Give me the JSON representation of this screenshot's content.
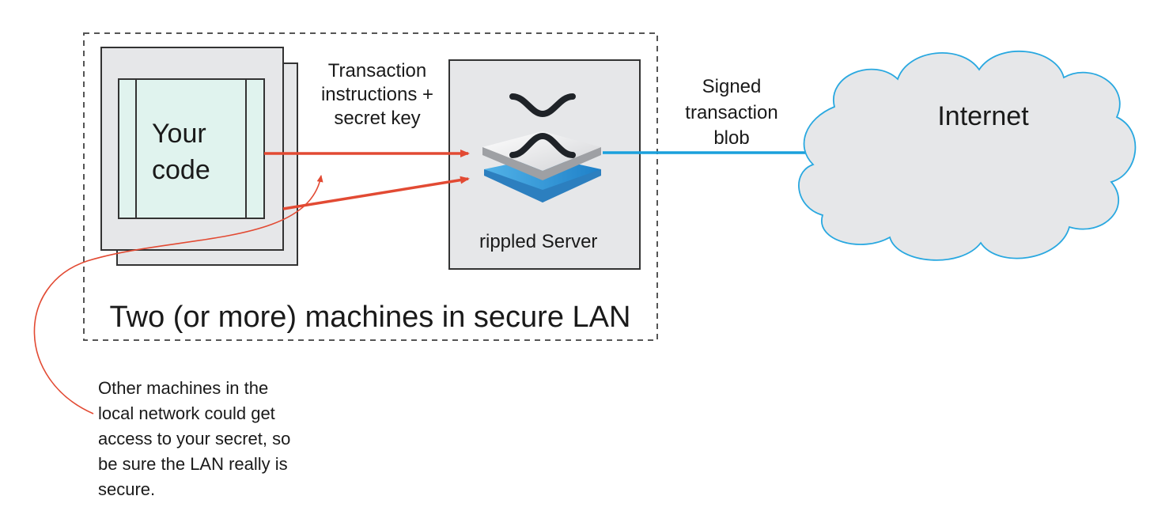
{
  "machine": {
    "code_label_line1": "Your",
    "code_label_line2": "code"
  },
  "server": {
    "label": "rippled Server"
  },
  "edges": {
    "instructions": [
      "Transaction",
      "instructions +",
      "secret key"
    ],
    "signed": [
      "Signed",
      "transaction",
      "blob"
    ]
  },
  "cloud": {
    "label": "Internet"
  },
  "lan": {
    "label": "Two (or more) machines in secure LAN"
  },
  "note": {
    "lines": [
      "Other machines in the",
      "local network could get",
      "access to your secret, so",
      "be sure the LAN really is",
      "secure."
    ]
  },
  "colors": {
    "red_arrow": "#e24a33",
    "blue_arrow": "#1aa0dc",
    "machine_fill": "#e6e7e9",
    "code_fill": "#e0f3ee",
    "cloud_fill": "#e6e7e9",
    "cloud_stroke": "#29a8e0"
  },
  "icons": {
    "server": "xrp-logo-server-icon",
    "cloud": "cloud-icon"
  }
}
